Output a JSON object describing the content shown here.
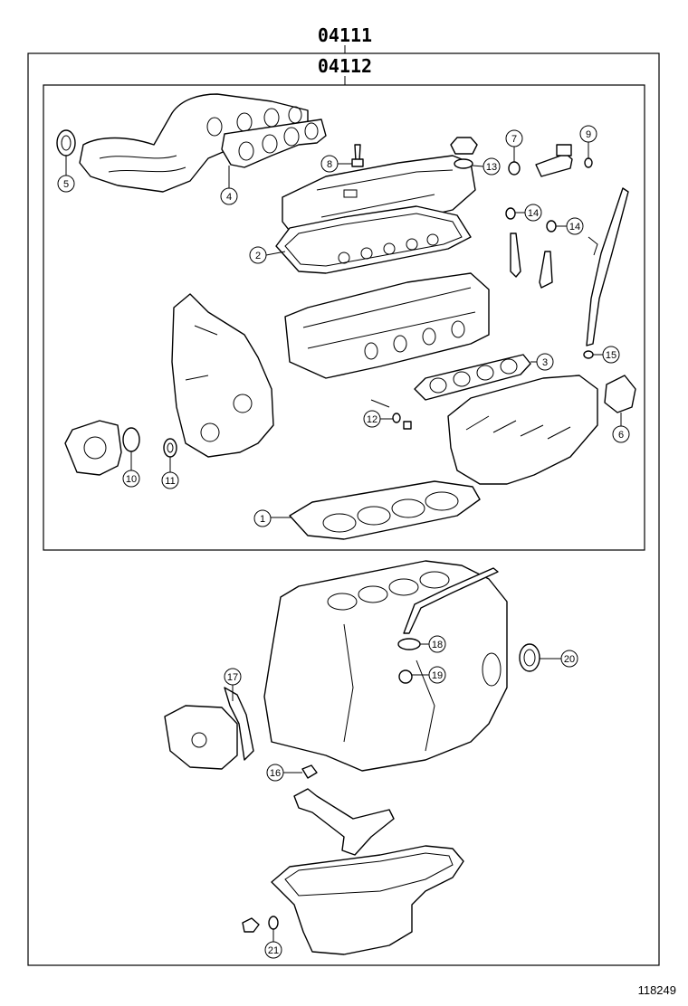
{
  "header": {
    "outer_kit_code": "04111",
    "inner_kit_code": "04112"
  },
  "figure_number": "118249",
  "callouts": {
    "c1": "1",
    "c2": "2",
    "c3": "3",
    "c4": "4",
    "c5": "5",
    "c6": "6",
    "c7": "7",
    "c8": "8",
    "c9": "9",
    "c10": "10",
    "c11": "11",
    "c12": "12",
    "c13": "13",
    "c14a": "14",
    "c14b": "14",
    "c15": "15",
    "c16": "16",
    "c17": "17",
    "c18": "18",
    "c19": "19",
    "c20": "20",
    "c21": "21"
  }
}
